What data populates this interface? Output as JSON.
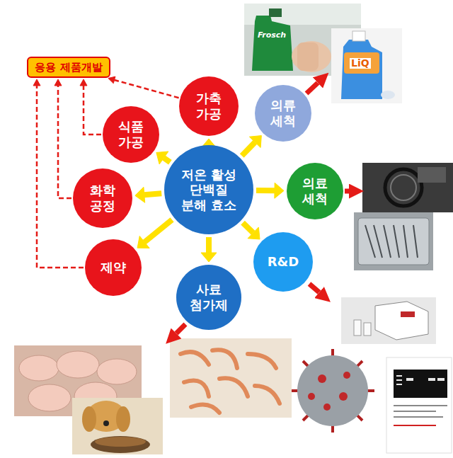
{
  "diagram": {
    "nodes": [
      {
        "text": [
          "응용 제품개발"
        ]
      },
      {
        "text": [
          "가축 가공"
        ]
      },
      {
        "text": [
          "식품 가공"
        ]
      },
      {
        "text": [
          "의류 세척"
        ]
      },
      {
        "text": [
          "저온 활성 단백질 분해 효소"
        ]
      },
      {
        "text": [
          "화학 공정"
        ]
      },
      {
        "text": [
          "의료 세척"
        ]
      },
      {
        "text": [
          "제약"
        ]
      },
      {
        "text": [
          "R&D"
        ]
      },
      {
        "text": [
          "사료 첨가제"
        ]
      }
    ],
    "edges": [
      {
        "from": 4,
        "to": 1,
        "arrow": "to"
      },
      {
        "from": 4,
        "to": 2,
        "arrow": "to"
      },
      {
        "from": 4,
        "to": 3,
        "arrow": "to"
      },
      {
        "from": 4,
        "to": 5,
        "arrow": "to"
      },
      {
        "from": 4,
        "to": 6,
        "arrow": "to"
      },
      {
        "from": 4,
        "to": 7,
        "arrow": "to"
      },
      {
        "from": 4,
        "to": 8,
        "arrow": "to"
      },
      {
        "from": 4,
        "to": 9,
        "arrow": "to"
      },
      {
        "from": 1,
        "to": 0,
        "arrow": "to"
      },
      {
        "from": 2,
        "to": 0,
        "arrow": "to"
      },
      {
        "from": 5,
        "to": 0,
        "arrow": "to"
      },
      {
        "from": 7,
        "to": 0,
        "arrow": "to"
      }
    ],
    "labels": [
      "Frosch",
      "LiQ"
    ]
  }
}
